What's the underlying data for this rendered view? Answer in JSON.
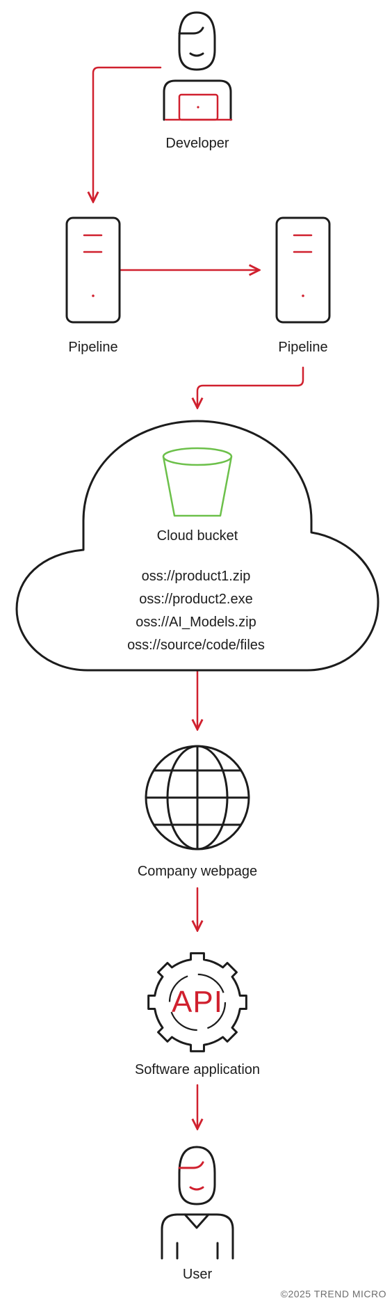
{
  "nodes": {
    "developer": "Developer",
    "pipeline_left": "Pipeline",
    "pipeline_right": "Pipeline",
    "cloud_bucket": "Cloud bucket",
    "company_webpage": "Company webpage",
    "software_application": "Software application",
    "user": "User"
  },
  "bucket_paths": [
    "oss://product1.zip",
    "oss://product2.exe",
    "oss://AI_Models.zip",
    "oss://source/code/files"
  ],
  "api_badge": "API",
  "footer": "©2025 TREND MICRO",
  "colors": {
    "accent": "#d0202e",
    "stroke": "#1c1c1c",
    "bucket": "#6cc04a"
  },
  "icons": [
    "person-icon",
    "laptop-icon",
    "server-icon",
    "cloud-icon",
    "bucket-icon",
    "globe-icon",
    "gear-icon",
    "arrow-icon"
  ]
}
